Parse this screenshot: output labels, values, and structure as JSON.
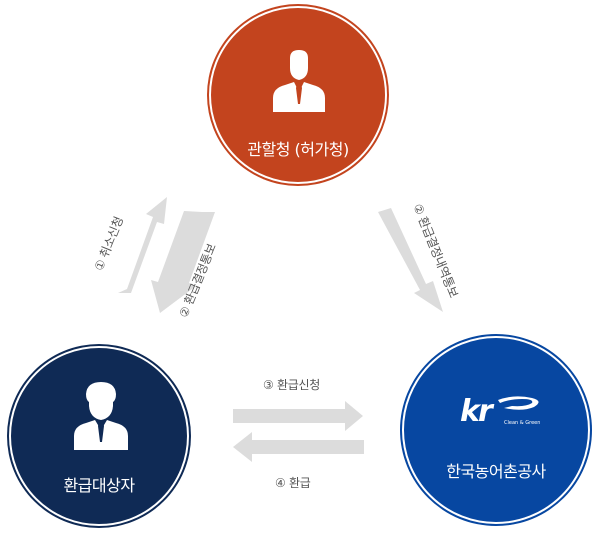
{
  "nodes": {
    "authority": {
      "label": "관할청 (허가청)",
      "color": "#c3441e"
    },
    "applicant": {
      "label": "환급대상자",
      "color": "#0f2a55"
    },
    "krc": {
      "label": "한국농어촌공사",
      "color": "#0747a1",
      "logo_text": "kr",
      "logo_sub": "Clean & Green"
    }
  },
  "steps": {
    "cancel_request": "① 취소신청",
    "refund_decision_notice": "② 환급결정통보",
    "refund_decision_notice_krc": "② 환급결정내역통보",
    "refund_request": "③ 환급신청",
    "refund": "④ 환급"
  },
  "colors": {
    "arrow": "#dcdcdc"
  }
}
